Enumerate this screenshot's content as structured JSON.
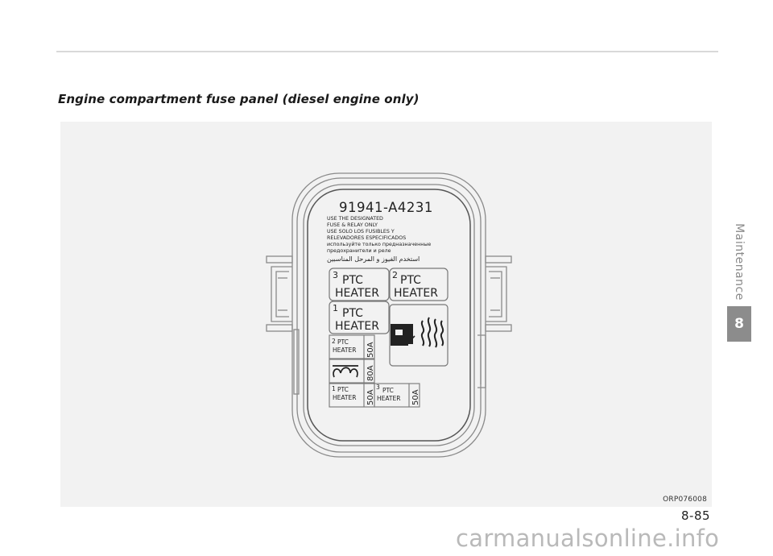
{
  "page": {
    "section_title": "Engine compartment fuse panel (diesel engine only)",
    "figure_code": "ORP076008",
    "chapter_label": "Maintenance",
    "chapter_number": "8",
    "page_number": "8-85",
    "watermark": "carmanualsonline.info"
  },
  "panel": {
    "part_number": "91941-A4231",
    "notice_lines": [
      "USE THE DESIGNATED",
      "FUSE & RELAY ONLY",
      "USE SOLO LOS FUSIBLES Y",
      "RELEVADORES ESPECIFICADOS",
      "используйте только предназначенные",
      "предохранители и реле",
      "استخدم الفيوز و المرحل المناسبين"
    ],
    "relays": [
      {
        "number": "3",
        "line1": "PTC",
        "line2": "HEATER"
      },
      {
        "number": "2",
        "line1": "PTC",
        "line2": "HEATER"
      },
      {
        "number": "1",
        "line1": "PTC",
        "line2": "HEATER"
      }
    ],
    "fuses": [
      {
        "number": "2",
        "line1": "PTC",
        "line2": "HEATER",
        "rating": "50A"
      },
      {
        "number": "",
        "line1": "",
        "line2": "",
        "rating": "80A"
      },
      {
        "number": "1",
        "line1": "PTC",
        "line2": "HEATER",
        "rating": "50A"
      },
      {
        "number": "3",
        "line1": "PTC",
        "line2": "HEATER",
        "rating": "50A"
      }
    ],
    "icons": [
      "fuel-pump-icon",
      "heater-waves-icon",
      "glow-plug-icon"
    ]
  }
}
